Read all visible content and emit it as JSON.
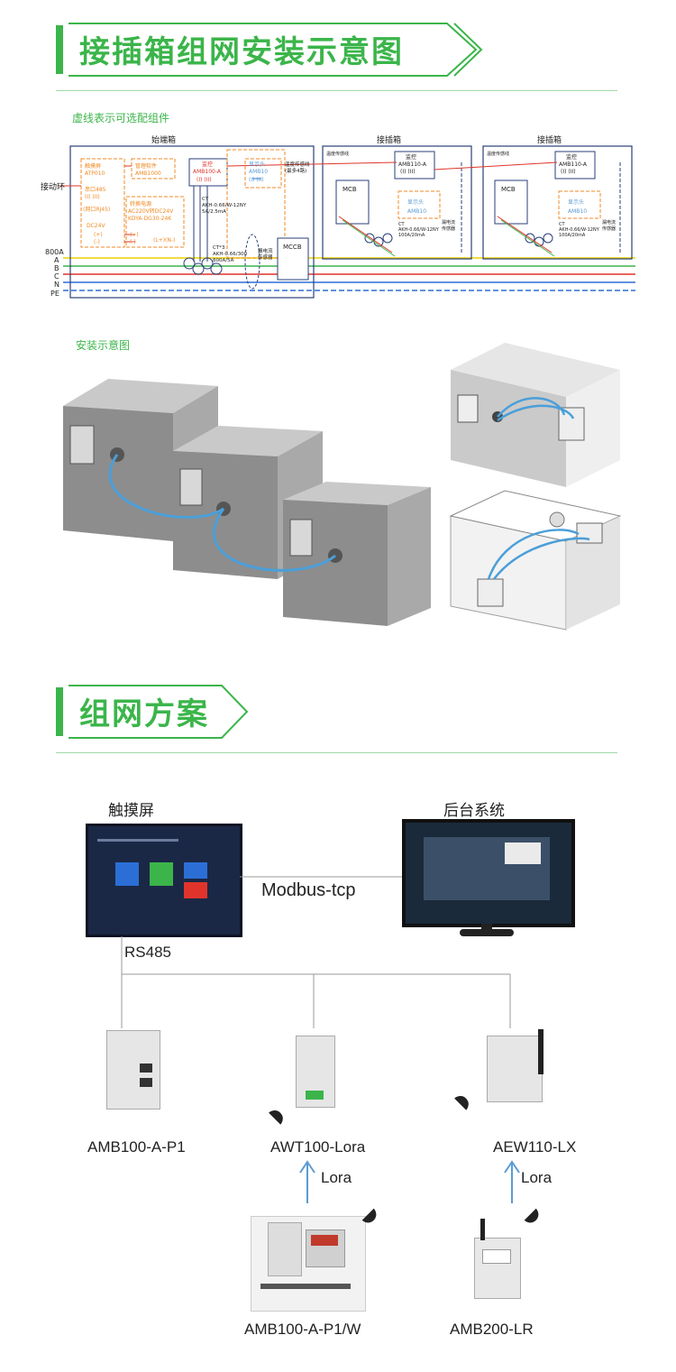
{
  "section1": {
    "title": "接插箱组网安装示意图",
    "note_optional": "虚线表示可选配组件",
    "note_install": "安装示意图",
    "wiring": {
      "box_start": "始端箱",
      "box_plug1": "接插箱",
      "box_plug2": "接插箱",
      "ring": "接动环",
      "bus_labels": [
        "800A",
        "A",
        "B",
        "C",
        "N",
        "PE"
      ],
      "touch_screen": [
        "触摸屏",
        "ATP010"
      ],
      "mgmt_software": [
        "管理软件",
        "AMB1000"
      ],
      "serial": [
        "串口485",
        "(I)  (II)"
      ],
      "ethernet": "(网口RJ45)",
      "dc24v": "DC24V",
      "plus": "(+)",
      "minus": "(-)",
      "psu": [
        "转换电源",
        "AC220V转DC24V",
        "KDYA-DG30-24K"
      ],
      "psu_terms": "(L+)(N-)",
      "monitor_start": [
        "监控",
        "AMB100-A",
        "(I)  (II)"
      ],
      "display_start": [
        "显示头",
        "AMB10",
        "(I)  (II)"
      ],
      "temp_sensor": [
        "温度传感线",
        "(最多4路)"
      ],
      "ct_main": [
        "CT",
        "AKH-0.66/W-12NY",
        "5A/2.5mA"
      ],
      "ct3": [
        "CT*3",
        "AKH-0.66/300",
        "800A/5A"
      ],
      "leak_sensor": [
        "漏电流",
        "传感器"
      ],
      "mccb": "MCCB",
      "mcb": "MCB",
      "monitor_plug": [
        "监控",
        "AMB110-A",
        "(I)  (II)"
      ],
      "display_plug": [
        "显示头",
        "AMB10"
      ],
      "ct_plug": [
        "CT",
        "AKH-0.66/W-12NY",
        "100A/20mA"
      ]
    }
  },
  "section2": {
    "title": "组网方案",
    "touch_screen": "触摸屏",
    "backend": "后台系统",
    "protocol": "Modbus-tcp",
    "rs485": "RS485",
    "devices": {
      "amb100": "AMB100-A-P1",
      "awt100": "AWT100-Lora",
      "aew110": "AEW110-LX",
      "amb100w": "AMB100-A-P1/W",
      "amb200": "AMB200-LR"
    },
    "lora1": "Lora",
    "lora2": "Lora"
  },
  "colors": {
    "green": "#3bb54a",
    "orange": "#f08a24",
    "bus_yellow": "#e8d200",
    "bus_green": "#3db44a",
    "bus_red": "#e0342b",
    "bus_blue": "#2b6fd6",
    "arrow_blue": "#5b9bd5"
  }
}
